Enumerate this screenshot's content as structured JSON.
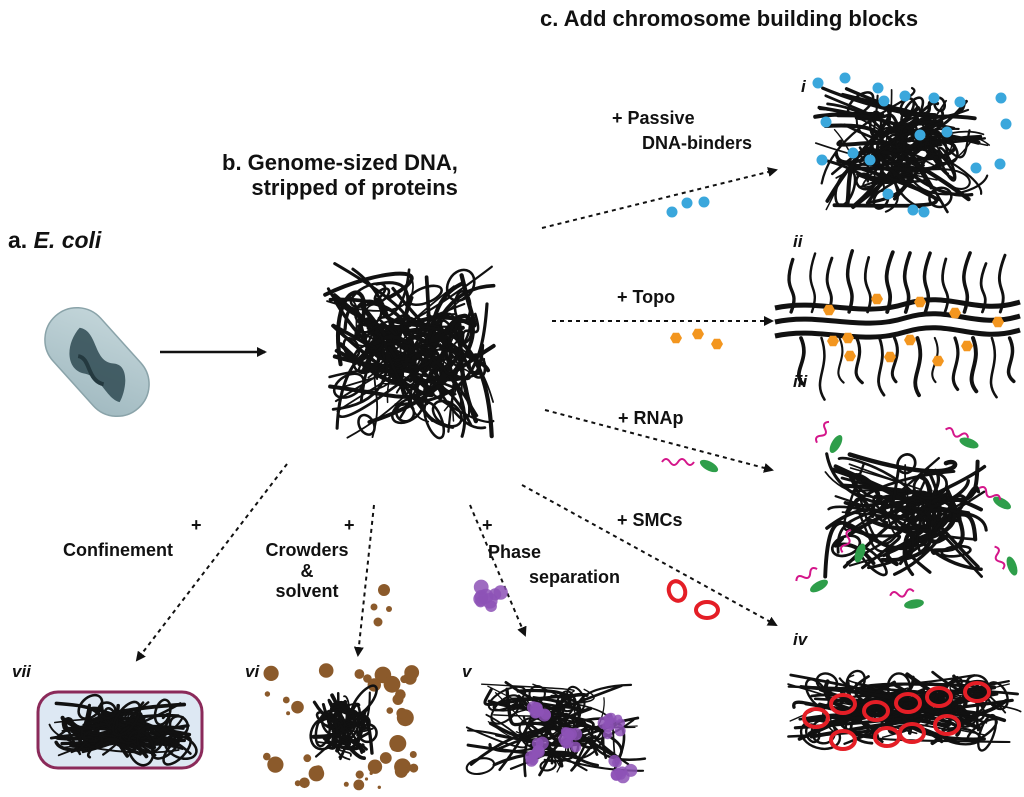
{
  "titles": {
    "c": "c. Add chromosome building blocks",
    "b_line1": "b. Genome-sized DNA,",
    "b_line2": "stripped of proteins",
    "a_prefix": "a.",
    "a_name": "E. coli"
  },
  "branches": {
    "passive_line1": "+ Passive",
    "passive_line2": "DNA-binders",
    "topo": "+ Topo",
    "rnap": "+ RNAp",
    "smcs": "+ SMCs",
    "confinement_plus": "+",
    "confinement": "Confinement",
    "crowders_plus": "+",
    "crowders_line1": "Crowders",
    "crowders_line2": "&",
    "crowders_line3": "solvent",
    "phase_plus": "+",
    "phase_line1": "Phase",
    "phase_line2": "separation"
  },
  "numerals": {
    "i": "i",
    "ii": "ii",
    "iii": "iii",
    "iv": "iv",
    "v": "v",
    "vi": "vi",
    "vii": "vii"
  },
  "colors": {
    "dna": "#111111",
    "passive_binder": "#3aa7dc",
    "topo": "#f3961f",
    "rnap_body": "#2e9e4a",
    "rnap_transcript": "#d4168a",
    "smc": "#e41e26",
    "crowder": "#8b5a2b",
    "phase": "#8d52b6",
    "confinement_border": "#8b2a5a",
    "confinement_fill": "#dde8f3",
    "cell": "#a9c0c6"
  }
}
